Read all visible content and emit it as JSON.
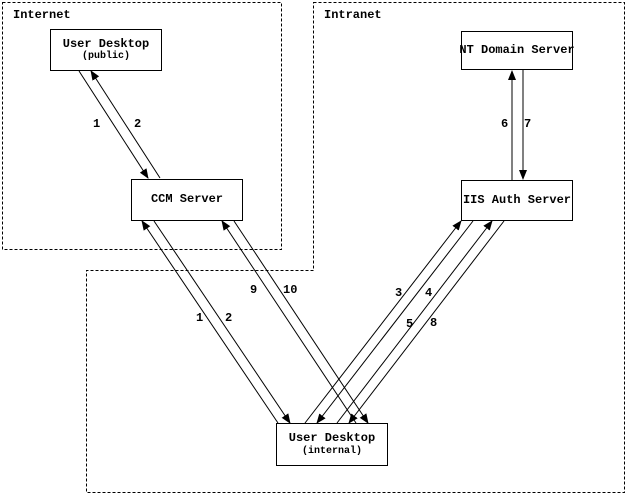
{
  "zones": {
    "internet": {
      "label": "Internet"
    },
    "intranet": {
      "label": "Intranet"
    }
  },
  "nodes": {
    "user_desktop_public": {
      "label": "User Desktop",
      "sublabel": "(public)"
    },
    "ccm_server": {
      "label": "CCM Server"
    },
    "nt_domain_server": {
      "label": "NT Domain Server"
    },
    "iis_auth_server": {
      "label": "IIS Auth Server"
    },
    "user_desktop_internal": {
      "label": "User Desktop",
      "sublabel": "(internal)"
    }
  },
  "edges": [
    {
      "label": "1",
      "from": "user_desktop_public",
      "to": "ccm_server"
    },
    {
      "label": "2",
      "from": "ccm_server",
      "to": "user_desktop_public"
    },
    {
      "label": "1",
      "from": "user_desktop_internal",
      "to": "ccm_server"
    },
    {
      "label": "2",
      "from": "ccm_server",
      "to": "user_desktop_internal"
    },
    {
      "label": "3",
      "from": "user_desktop_internal",
      "to": "iis_auth_server"
    },
    {
      "label": "4",
      "from": "iis_auth_server",
      "to": "user_desktop_internal"
    },
    {
      "label": "5",
      "from": "user_desktop_internal",
      "to": "iis_auth_server"
    },
    {
      "label": "6",
      "from": "iis_auth_server",
      "to": "nt_domain_server"
    },
    {
      "label": "7",
      "from": "nt_domain_server",
      "to": "iis_auth_server"
    },
    {
      "label": "8",
      "from": "iis_auth_server",
      "to": "user_desktop_internal"
    },
    {
      "label": "9",
      "from": "user_desktop_internal",
      "to": "ccm_server"
    },
    {
      "label": "10",
      "from": "ccm_server",
      "to": "user_desktop_internal"
    }
  ],
  "colors": {
    "line": "#000000",
    "background": "#ffffff"
  }
}
